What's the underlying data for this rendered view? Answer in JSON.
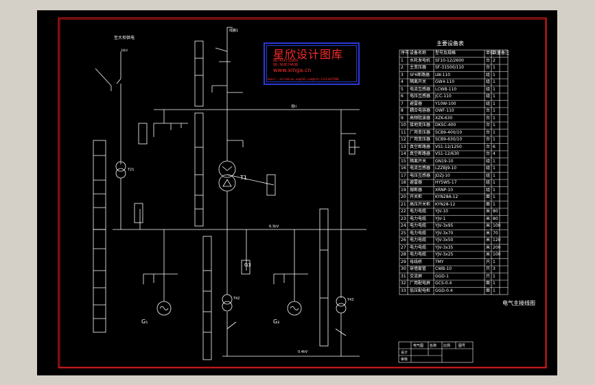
{
  "watermark": {
    "title": "星欣设计图库",
    "qq1": "QQ:414732069",
    "qq2": "QQ:369574638",
    "website": "www.xinga.cn",
    "email": "Email: shitubiao.eu@163.com@Lth:13111047890"
  },
  "labels": {
    "top_left_feed": "至大坝供电",
    "table_title": "主要设备表",
    "diagram_title": "电气主接线图",
    "bus_label_1": "母II",
    "bus_label_2": "6.3kV",
    "bus_label_3": "0.4kV",
    "line_label": "线路1",
    "gen_1": "G₁",
    "gen_2": "G₂",
    "gen_3": "G3",
    "t1": "T1",
    "t21": "T21",
    "t_aux1": "T42",
    "t_aux2": "T43",
    "feeder_10": "10kV"
  },
  "title_block": {
    "col_headers": [
      "名称",
      "比例",
      "图号"
    ],
    "row_labels": [
      "设计",
      "审核"
    ],
    "name": "电气图"
  },
  "table": {
    "headers": [
      "序号",
      "设备名称",
      "型号及规格",
      "单位",
      "数量",
      "备注"
    ],
    "rows": [
      [
        "1",
        "水轮发电机",
        "SF10-12/2600",
        "台",
        "2",
        ""
      ],
      [
        "2",
        "主变压器",
        "SF-31500/110",
        "台",
        "1",
        ""
      ],
      [
        "3",
        "SF6断路器",
        "LW-110",
        "组",
        "1",
        ""
      ],
      [
        "4",
        "隔离开关",
        "GW4-110",
        "组",
        "1",
        ""
      ],
      [
        "5",
        "电流互感器",
        "LCWB-110",
        "组",
        "1",
        ""
      ],
      [
        "6",
        "电压互感器",
        "JCC-110",
        "组",
        "1",
        ""
      ],
      [
        "7",
        "避雷器",
        "Y10W-100",
        "组",
        "1",
        ""
      ],
      [
        "8",
        "耦合电容器",
        "OWF-110",
        "台",
        "1",
        ""
      ],
      [
        "9",
        "高频阻波器",
        "XZK-630",
        "台",
        "1",
        ""
      ],
      [
        "10",
        "接地变压器",
        "DKSC-400",
        "台",
        "1",
        ""
      ],
      [
        "11",
        "厂用变压器",
        "SCB9-400/10",
        "台",
        "1",
        ""
      ],
      [
        "12",
        "厂用变压器",
        "SCB9-630/10",
        "台",
        "1",
        ""
      ],
      [
        "13",
        "真空断路器",
        "VS1-12/1250",
        "台",
        "6",
        ""
      ],
      [
        "14",
        "真空断路器",
        "VS1-12/630",
        "台",
        "4",
        ""
      ],
      [
        "15",
        "隔离开关",
        "GN19-10",
        "组",
        "1",
        ""
      ],
      [
        "16",
        "电流互感器",
        "LZZBJ9-10",
        "组",
        "1",
        ""
      ],
      [
        "17",
        "电压互感器",
        "JDZJ-10",
        "组",
        "1",
        ""
      ],
      [
        "18",
        "避雷器",
        "HY5WS-17",
        "组",
        "1",
        ""
      ],
      [
        "19",
        "熔断器",
        "XRNP-10",
        "组",
        "1",
        ""
      ],
      [
        "20",
        "开关柜",
        "KYN28A-12",
        "面",
        "1",
        ""
      ],
      [
        "21",
        "高压开关柜",
        "KYN28-12",
        "面",
        "1",
        ""
      ],
      [
        "22",
        "电力电缆",
        "YJV-10",
        "米",
        "80",
        ""
      ],
      [
        "23",
        "电力电缆",
        "YJV-1",
        "米",
        "80",
        ""
      ],
      [
        "24",
        "电力电缆",
        "YJV-3x95",
        "米",
        "100",
        ""
      ],
      [
        "25",
        "电力电缆",
        "YJV-3x70",
        "米",
        "70",
        ""
      ],
      [
        "26",
        "电力电缆",
        "YJV-3x50",
        "米",
        "120",
        ""
      ],
      [
        "27",
        "电力电缆",
        "YJV-3x35",
        "米",
        "200",
        ""
      ],
      [
        "28",
        "电力电缆",
        "YJV-3x25",
        "米",
        "100",
        ""
      ],
      [
        "29",
        "母线桥",
        "TMY",
        "只",
        "1",
        ""
      ],
      [
        "30",
        "穿墙套管",
        "CWB-10",
        "只",
        "3",
        ""
      ],
      [
        "31",
        "交流屏",
        "GGD-1",
        "只",
        "1",
        ""
      ],
      [
        "32",
        "厂用配电屏",
        "GCS-0.4",
        "面",
        "1",
        ""
      ],
      [
        "33",
        "低压配电柜",
        "GGD-0.4",
        "面",
        "1",
        ""
      ]
    ]
  },
  "colors": {
    "background": "#000000",
    "frame": "#ff2020",
    "lines": "#ffffff",
    "watermark": "#2a3bd8"
  }
}
